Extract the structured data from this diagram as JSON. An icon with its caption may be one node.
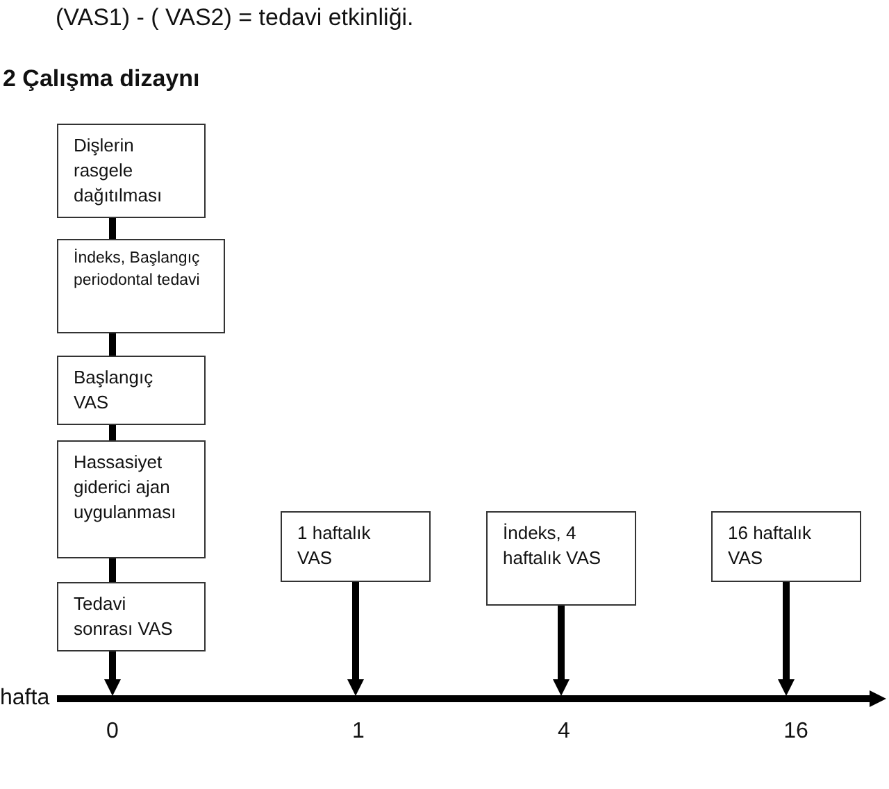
{
  "diagram": {
    "title": "2 Çalışma dizaynı",
    "nodes": [
      {
        "text": [
          "Dişlerin rasgele dağıtılması"
        ]
      },
      {
        "text": [
          "İndeks, Başlangıç periodontal tedavi"
        ]
      },
      {
        "text": [
          "Başlangıç VAS"
        ]
      },
      {
        "text": [
          "Hassasiyet giderici ajan uygulanması"
        ]
      },
      {
        "text": [
          "Tedavi sonrası VAS"
        ]
      },
      {
        "text": [
          "1 haftalık VAS"
        ]
      },
      {
        "text": [
          "İndeks, 4 haftalık VAS"
        ]
      },
      {
        "text": [
          "16 haftalık VAS"
        ]
      }
    ],
    "edges": [
      {
        "from": 0,
        "to": 1,
        "arrow": "none"
      },
      {
        "from": 1,
        "to": 2,
        "arrow": "none"
      },
      {
        "from": 2,
        "to": 3,
        "arrow": "none"
      },
      {
        "from": 3,
        "to": 4,
        "arrow": "none"
      },
      {
        "from": 4,
        "to": null,
        "arrow": "to"
      },
      {
        "from": 5,
        "to": null,
        "arrow": "to"
      },
      {
        "from": 6,
        "to": null,
        "arrow": "to"
      },
      {
        "from": 7,
        "to": null,
        "arrow": "to"
      }
    ],
    "labels": [
      "(VAS1) - ( VAS2) = tedavi etkinliği.",
      "hafta",
      "0",
      "1",
      "4",
      "16"
    ]
  }
}
